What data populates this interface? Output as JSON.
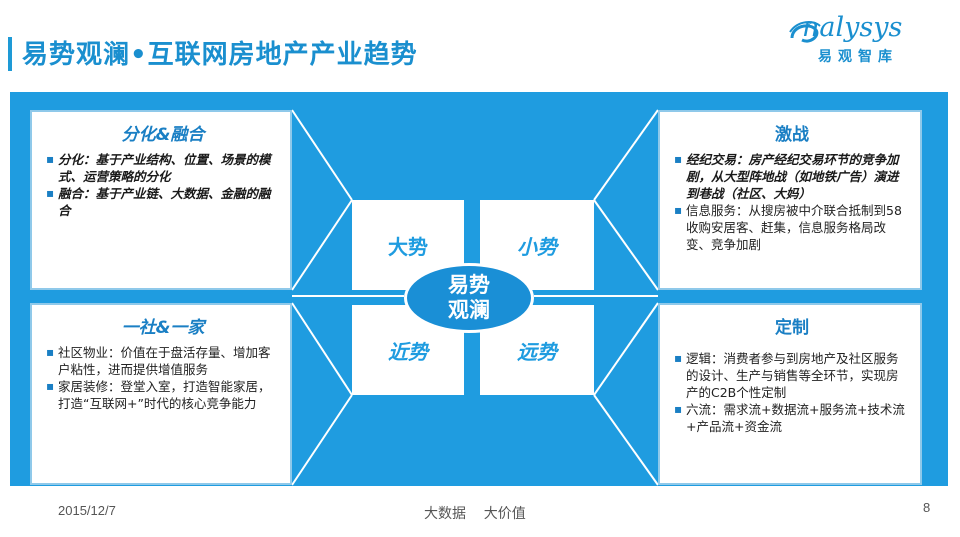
{
  "title": "易势观澜•互联网房地产产业趋势",
  "logo": {
    "word": "nalysys",
    "cn": "易观智库"
  },
  "center": {
    "line1": "易势",
    "line2": "观澜"
  },
  "quadrants": {
    "tl": "大势",
    "tr": "小势",
    "bl": "近势",
    "br": "远势"
  },
  "boxes": {
    "top_left": {
      "heading": "分化&融合",
      "items": [
        "分化：基于产业结构、位置、场景的模式、运营策略的分化",
        "融合：基于产业链、大数据、金融的融合"
      ]
    },
    "bottom_left": {
      "heading": "一社&一家",
      "items": [
        "社区物业：价值在于盘活存量、增加客户粘性，进而提供增值服务",
        "家居装修：登堂入室，打造智能家居，打造“互联网+”时代的核心竞争能力"
      ]
    },
    "top_right": {
      "heading": "激战",
      "items": [
        "经纪交易：房产经纪交易环节的竞争加剧，从大型阵地战（如地铁广告）演进到巷战（社区、大妈）",
        "信息服务：从搜房被中介联合抵制到58收购安居客、赶集，信息服务格局改变、竞争加剧"
      ]
    },
    "bottom_right": {
      "heading": "定制",
      "items": [
        "逻辑：消费者参与到房地产及社区服务的设计、生产与销售等全环节，实现房产的C2B个性定制",
        "六流：需求流+数据流+服务流+技术流+产品流+资金流"
      ]
    }
  },
  "footer": {
    "date": "2015/12/7",
    "center": "大数据    大价值",
    "page": "8"
  },
  "colors": {
    "accent": "#1a8fcf",
    "panel": "#1f9ce0",
    "box_border": "#8fc9ea"
  }
}
